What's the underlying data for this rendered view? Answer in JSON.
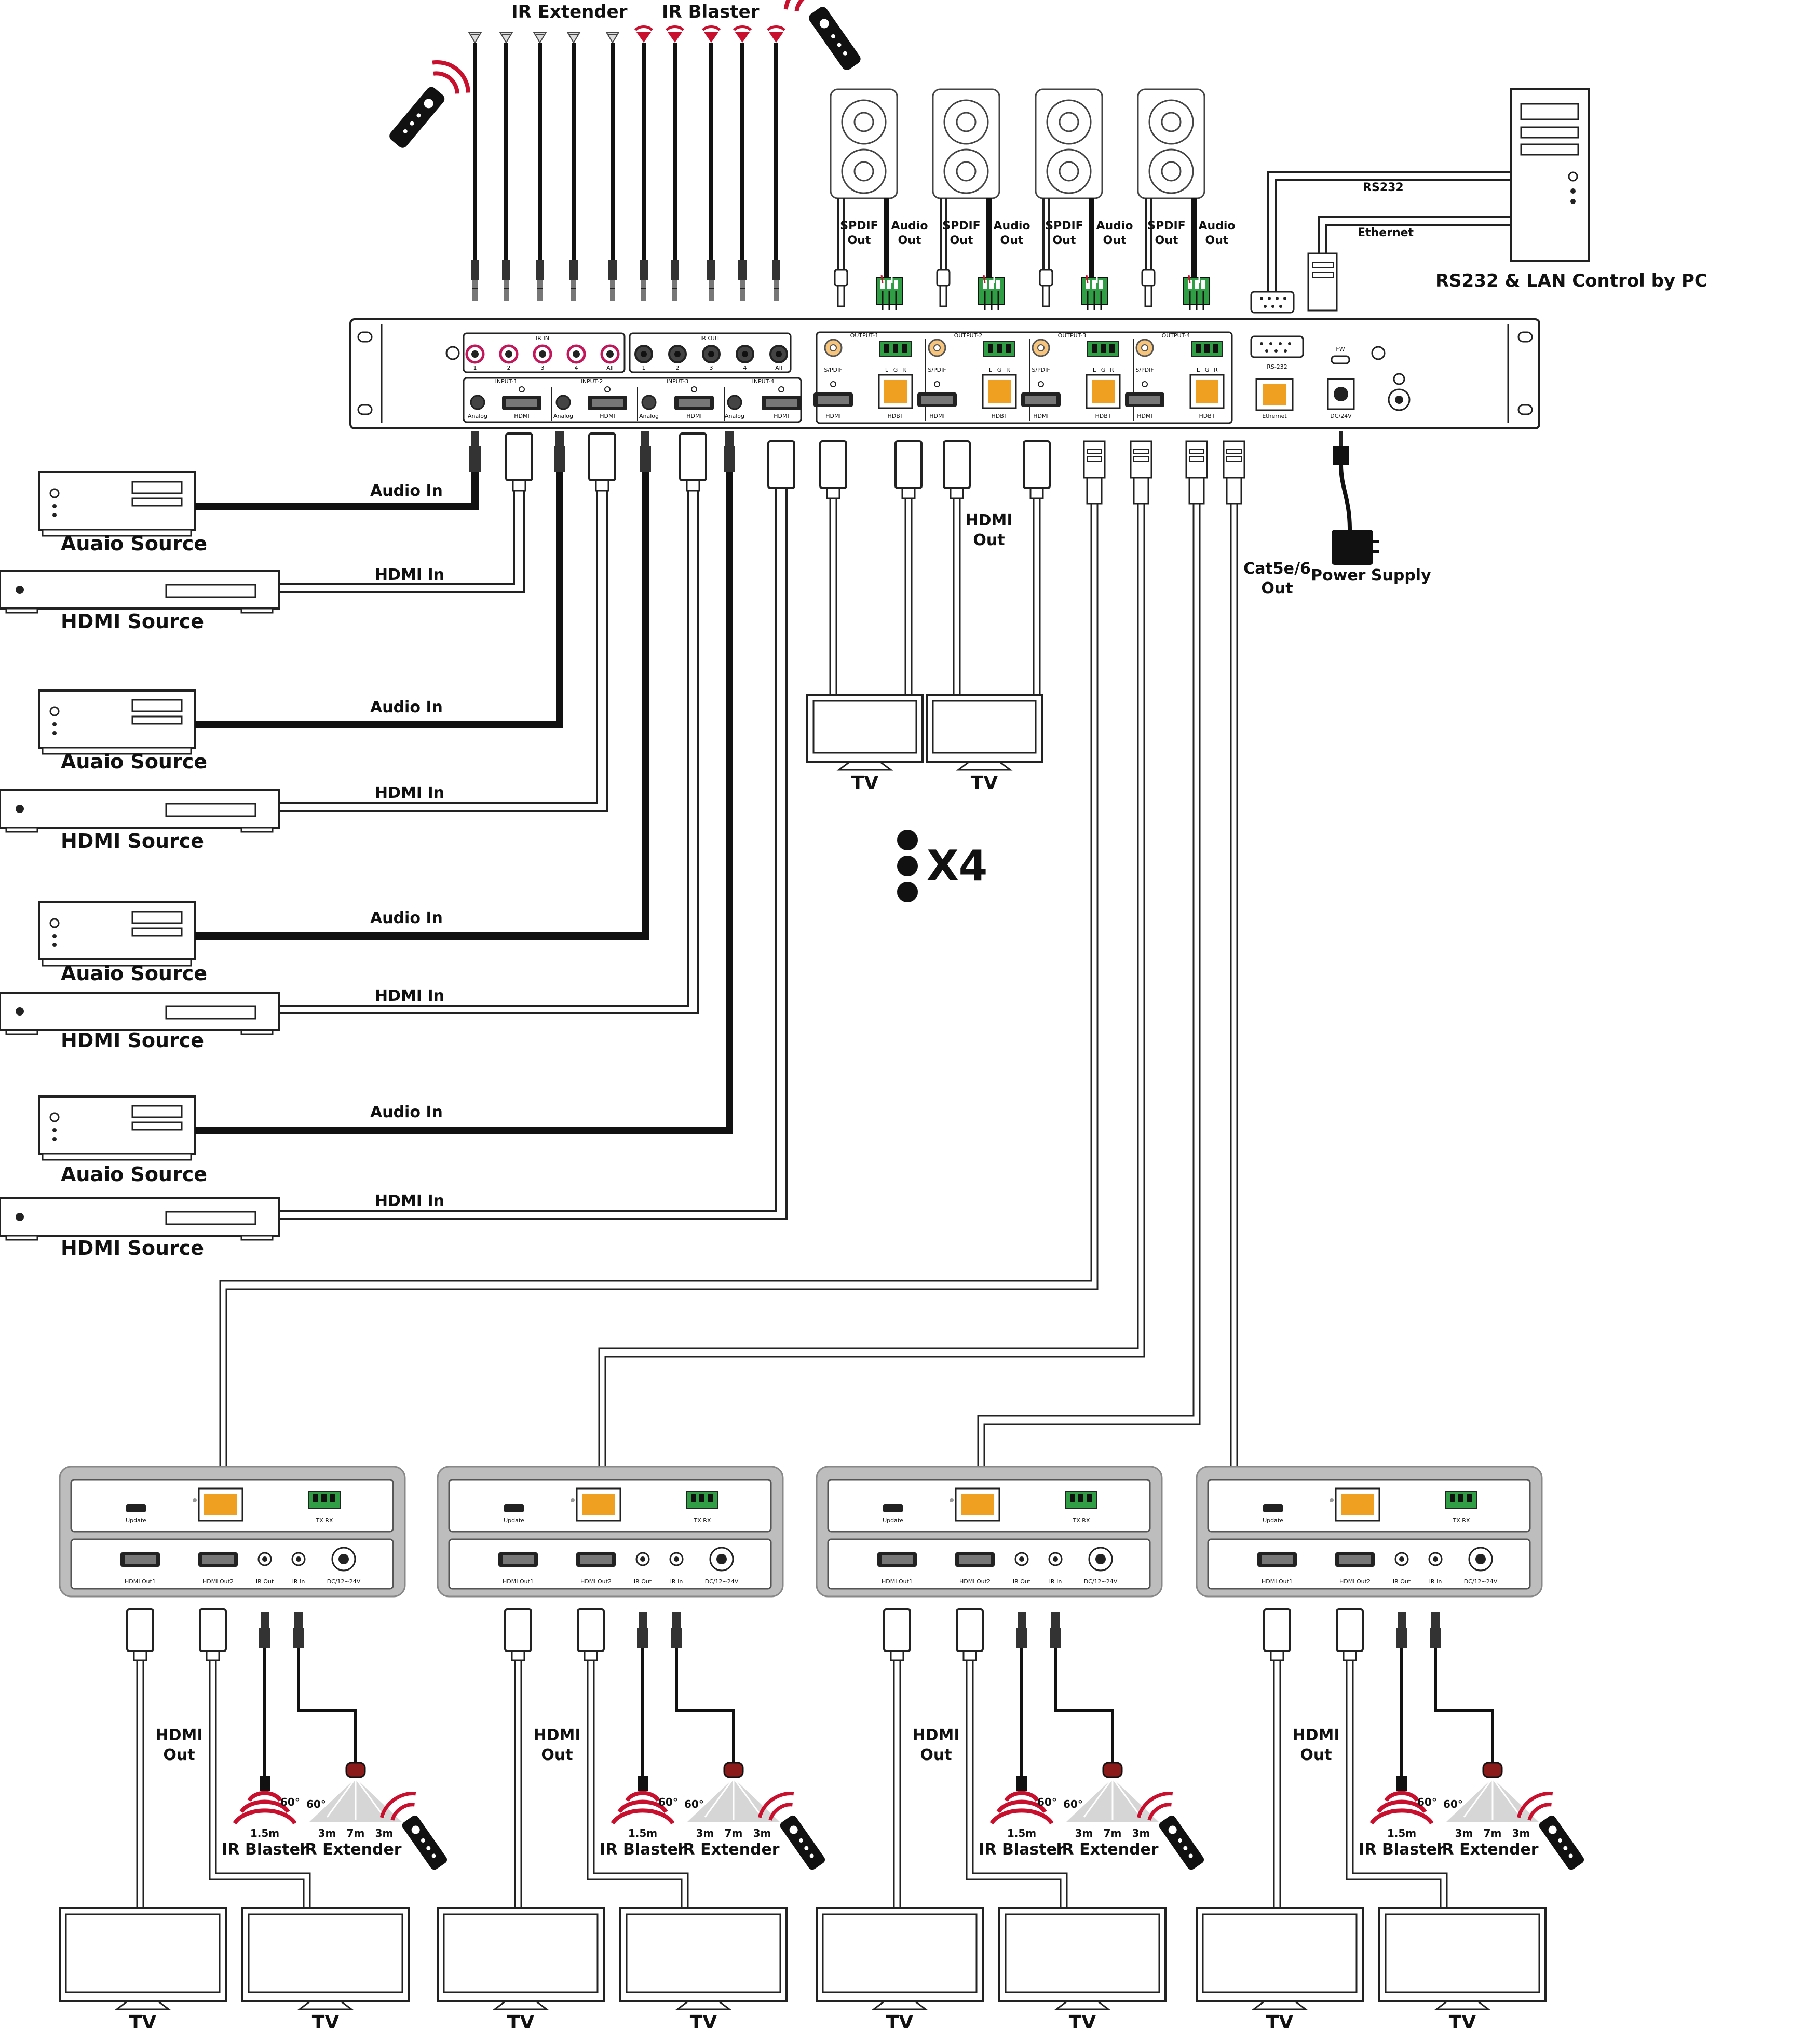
{
  "labels": {
    "ir_extender": "IR Extender",
    "ir_blaster": "IR Blaster",
    "spdif_out": [
      "SPDIF",
      "Out"
    ],
    "audio_out": [
      "Audio",
      "Out"
    ],
    "rs232": "RS232",
    "ethernet": "Ethernet",
    "pc_control": "RS232 & LAN Control by PC",
    "audio_in": "Audio In",
    "hdmi_in": "HDMI In",
    "audio_source": "Auaio Source",
    "hdmi_source": "HDMI Source",
    "hdmi_out": [
      "HDMI",
      "Out"
    ],
    "cat_out": [
      "Cat5e/6",
      "Out"
    ],
    "power_supply": "Power Supply",
    "tv": "TV",
    "x4": "X4"
  },
  "matrix_panel": {
    "ir_in": "IR IN",
    "ir_out": "IR OUT",
    "port_numbers": [
      "1",
      "2",
      "3",
      "4",
      "All"
    ],
    "inputs": [
      "INPUT-1",
      "INPUT-2",
      "INPUT-3",
      "INPUT-4"
    ],
    "input_ports": [
      "Analog",
      "HDMI"
    ],
    "outputs": [
      "OUTPUT-1",
      "OUTPUT-2",
      "OUTPUT-3",
      "OUTPUT-4"
    ],
    "output_ports": [
      "S/PDIF",
      "HDMI",
      "HDBT"
    ],
    "lgr": [
      "L",
      "G",
      "R"
    ],
    "rs232": "RS-232",
    "fw": "FW",
    "ethernet": "Ethernet",
    "dc": "DC/24V"
  },
  "receiver": {
    "update": "Update",
    "txrx": "TX  RX",
    "ports": [
      "HDMI Out1",
      "HDMI Out2",
      "IR Out",
      "IR In",
      "DC/12~24V"
    ],
    "angle": "60°",
    "blaster_dist": "1.5m",
    "ext_dist": [
      "3m",
      "7m",
      "3m"
    ]
  },
  "colors": {
    "ir_red": "#c8102e",
    "terminal_green": "#2f9e44",
    "hdbt_orange": "#f0a020",
    "ir_in_pink": "#c2185b",
    "receiver_gray": "#bdbdbd"
  }
}
